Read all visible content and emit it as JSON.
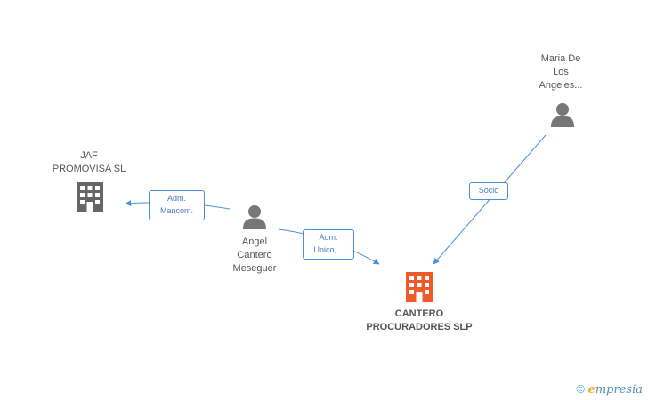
{
  "nodes": {
    "maria": {
      "lines": [
        "Maria De",
        "Los",
        "Angeles..."
      ]
    },
    "jaf": {
      "lines": [
        "JAF",
        "PROMOVISA SL"
      ]
    },
    "angel": {
      "lines": [
        "Angel",
        "Cantero",
        "Meseguer"
      ]
    },
    "cantero": {
      "lines": [
        "CANTERO",
        "PROCURADORES SLP"
      ]
    }
  },
  "edges": {
    "adm_mancom": {
      "lines": [
        "Adm.",
        "Mancom."
      ]
    },
    "adm_unico": {
      "lines": [
        "Adm.",
        "Unico,..."
      ]
    },
    "socio": {
      "lines": [
        "Socio"
      ]
    }
  },
  "colors": {
    "edge": "#4a90d9",
    "person": "#777777",
    "company": "#666666",
    "main_company": "#f05a28"
  },
  "icons": {
    "person": "person-icon",
    "company": "building-icon",
    "main_company": "building-icon"
  },
  "watermark": {
    "copyright": "©",
    "brand_initial": "e",
    "brand_rest": "mpresia"
  }
}
